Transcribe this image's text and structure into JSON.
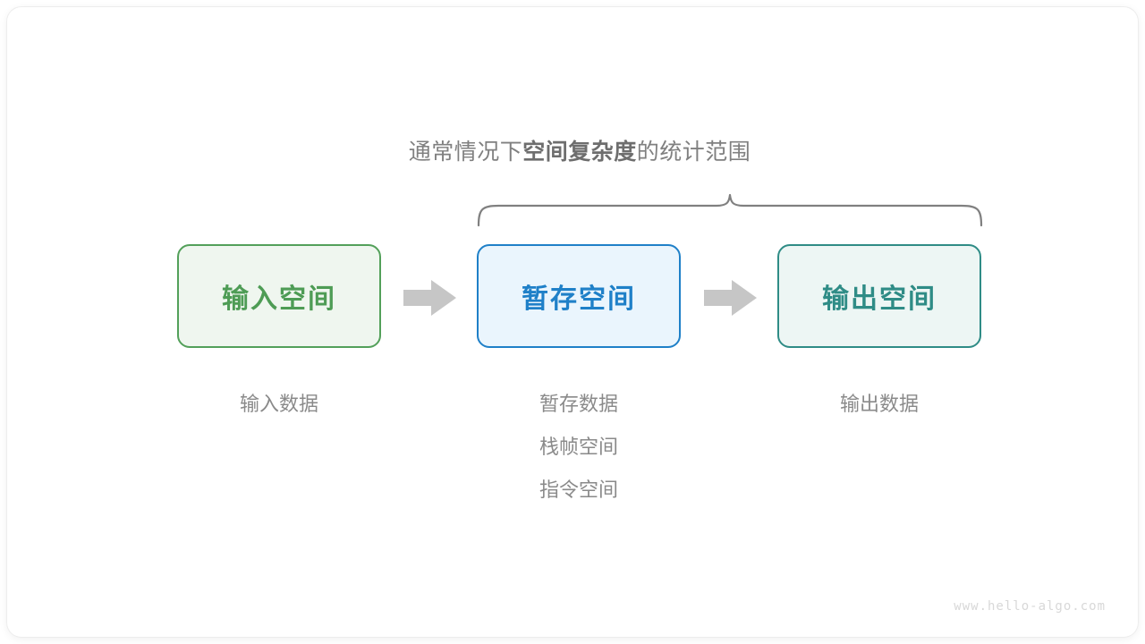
{
  "diagram": {
    "title_parts": {
      "prefix": "通常情况下",
      "emphasis": "空间复杂度",
      "suffix": "的统计范围"
    },
    "boxes": [
      {
        "id": "input-space",
        "label": "输入空间",
        "fill": "#eff6ef",
        "border": "#53a05a",
        "text_color": "#4e9c55",
        "captions": [
          "输入数据"
        ]
      },
      {
        "id": "buffer-space",
        "label": "暂存空间",
        "fill": "#eaf5fd",
        "border": "#1f80c8",
        "text_color": "#1f80c8",
        "captions": [
          "暂存数据",
          "栈帧空间",
          "指令空间"
        ]
      },
      {
        "id": "output-space",
        "label": "输出空间",
        "fill": "#edf6f4",
        "border": "#2f8c86",
        "text_color": "#2f8c86",
        "captions": [
          "输出数据"
        ]
      }
    ],
    "arrow_color": "#c6c6c6",
    "brace_color": "#808080",
    "brace_spans": [
      "buffer-space",
      "output-space"
    ],
    "watermark": "www.hello-algo.com"
  }
}
